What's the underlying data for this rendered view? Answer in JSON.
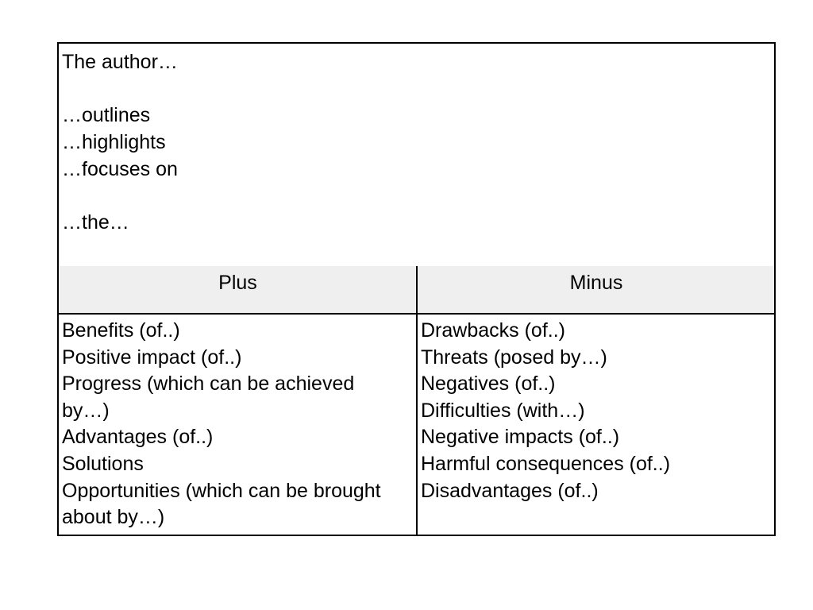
{
  "intro": {
    "lines": [
      "The author…",
      "…outlines",
      "…highlights",
      "…focuses on",
      "…the…"
    ]
  },
  "table": {
    "headers": {
      "plus": "Plus",
      "minus": "Minus"
    },
    "plus_items": [
      "Benefits (of..)",
      "Positive impact (of..)",
      "Progress (which can be achieved by…)",
      "Advantages (of..)",
      "Solutions",
      "Opportunities (which can be brought about by…)"
    ],
    "minus_items": [
      "Drawbacks (of..)",
      "Threats (posed by…)",
      "Negatives (of..)",
      "Difficulties (with…)",
      "Negative impacts (of..)",
      "Harmful consequences (of..)",
      "Disadvantages (of..)"
    ]
  },
  "colors": {
    "header_background": "#efefef",
    "border": "#000000"
  }
}
